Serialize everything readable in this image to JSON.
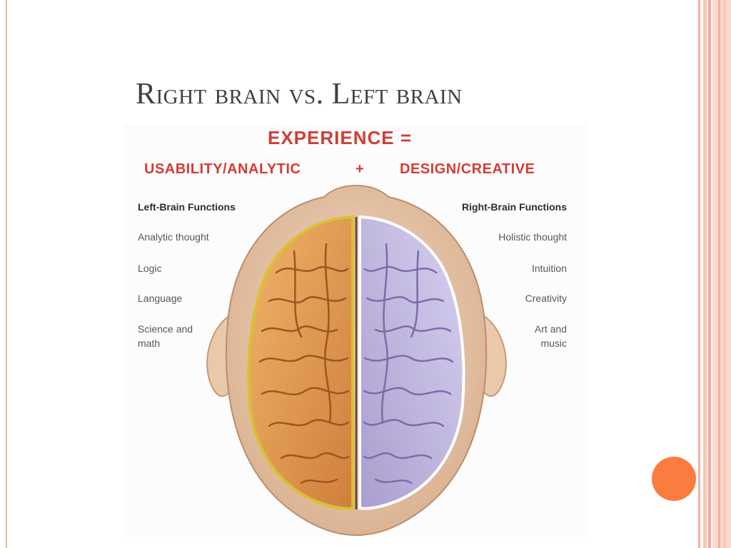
{
  "slide": {
    "title": "Right brain vs. Left brain",
    "colors": {
      "title": "#3f3f3f",
      "accent_dot": "#fb7c3f",
      "border": "#f4b7a6"
    }
  },
  "figure": {
    "headline": "EXPERIENCE =",
    "subhead_left": "USABILITY/ANALYTIC",
    "subhead_plus": "+",
    "subhead_right": "DESIGN/CREATIVE",
    "left_heading": "Left-Brain Functions",
    "right_heading": "Right-Brain Functions",
    "left_functions": [
      "Analytic thought",
      "Logic",
      "Language",
      "Science and math"
    ],
    "right_functions": [
      "Holistic thought",
      "Intuition",
      "Creativity",
      "Art and music"
    ],
    "colors": {
      "headline": "#d43c36",
      "left_hemisphere": "#e29a52",
      "right_hemisphere": "#bdb3dd"
    }
  }
}
